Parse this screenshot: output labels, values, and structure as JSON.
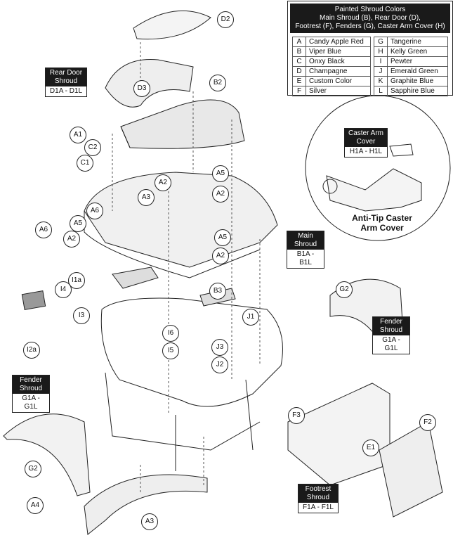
{
  "color_table": {
    "title_lines": [
      "Painted Shroud Colors",
      "Main Shroud (B), Rear Door (D),",
      "Footrest (F), Fenders (G), Caster Arm Cover (H)"
    ],
    "left": [
      {
        "code": "A",
        "color": "Candy Apple Red"
      },
      {
        "code": "B",
        "color": "Viper Blue"
      },
      {
        "code": "C",
        "color": "Onxy Black"
      },
      {
        "code": "D",
        "color": "Champagne"
      },
      {
        "code": "E",
        "color": "Custom Color"
      },
      {
        "code": "F",
        "color": "Silver"
      }
    ],
    "right": [
      {
        "code": "G",
        "color": "Tangerine"
      },
      {
        "code": "H",
        "color": "Kelly Green"
      },
      {
        "code": "I",
        "color": "Pewter"
      },
      {
        "code": "J",
        "color": "Emerald Green"
      },
      {
        "code": "K",
        "color": "Graphite Blue"
      },
      {
        "code": "L",
        "color": "Sapphire Blue"
      }
    ]
  },
  "inset": {
    "title_lines": [
      "Anti-Tip Caster",
      "Arm Cover"
    ],
    "label": {
      "name_lines": [
        "Caster Arm",
        "Cover"
      ],
      "code": "H1A - H1L"
    }
  },
  "part_labels": {
    "rear_door": {
      "name_lines": [
        "Rear Door",
        "Shroud"
      ],
      "code": "D1A - D1L"
    },
    "main": {
      "name_lines": [
        "Main",
        "Shroud"
      ],
      "code": "B1A - B1L"
    },
    "fender_right": {
      "name_lines": [
        "Fender",
        "Shroud"
      ],
      "code": "G1A - G1L"
    },
    "fender_left": {
      "name_lines": [
        "Fender",
        "Shroud"
      ],
      "code": "G1A - G1L"
    },
    "footrest": {
      "name_lines": [
        "Footrest",
        "Shroud"
      ],
      "code": "F1A - F1L"
    }
  },
  "callouts": [
    "D2",
    "D3",
    "B2",
    "A1",
    "C2",
    "C1",
    "A2",
    "A5",
    "A3",
    "A2",
    "A6",
    "A5",
    "A2",
    "A5",
    "A2",
    "A6",
    "B3",
    "I1a",
    "I4",
    "J1",
    "I3",
    "G2",
    "I6",
    "I5",
    "J3",
    "J2",
    "I2a",
    "F3",
    "E1",
    "F2",
    "G2",
    "A4",
    "A3"
  ]
}
